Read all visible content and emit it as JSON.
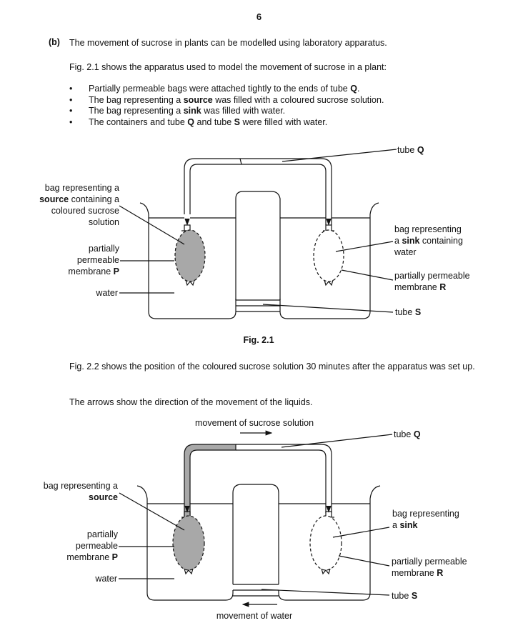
{
  "page_number": "6",
  "part_label": "(b)",
  "intro": "The movement of sucrose in plants can be modelled using laboratory apparatus.",
  "fig1_intro": "Fig. 2.1 shows the apparatus used to model the movement of sucrose in a plant:",
  "bullets": [
    {
      "pre": "Partially permeable bags were attached tightly to the ends of tube ",
      "bold": "Q",
      "post": "."
    },
    {
      "pre": "The bag representing a ",
      "bold": "source",
      "post": " was filled with a coloured sucrose solution."
    },
    {
      "pre": "The bag representing a ",
      "bold": "sink",
      "post": " was filled with water."
    },
    {
      "pre": "The containers and tube ",
      "bold": "Q",
      "post": " and tube ",
      "bold2": "S",
      "post2": " were filled with water."
    }
  ],
  "bullet_symbol": "•",
  "fig1": {
    "caption": "Fig. 2.1",
    "tube_q": {
      "pre": "tube ",
      "bold": "Q"
    },
    "tube_s": {
      "pre": "tube ",
      "bold": "S"
    },
    "source_label": {
      "line1": "bag representing a",
      "line2_bold": "source",
      "line2_rest": " containing a",
      "line3": "coloured sucrose",
      "line4": "solution"
    },
    "membrane_p": {
      "line1": "partially",
      "line2": "permeable",
      "line3_pre": "membrane ",
      "line3_bold": "P"
    },
    "water": "water",
    "sink_label": {
      "line1": "bag representing",
      "line2_pre": "a ",
      "line2_bold": "sink",
      "line2_rest": " containing",
      "line3": "water"
    },
    "membrane_r": {
      "line1": "partially permeable",
      "line2_pre": "membrane ",
      "line2_bold": "R"
    }
  },
  "fig2_intro": "Fig. 2.2 shows the position of the coloured sucrose solution 30 minutes after the apparatus was set up.",
  "arrows_text": "The arrows show the direction of the movement of the liquids.",
  "fig2": {
    "movement_sucrose": "movement of sucrose solution",
    "movement_water": "movement of water",
    "tube_q": {
      "pre": "tube ",
      "bold": "Q"
    },
    "tube_s": {
      "pre": "tube ",
      "bold": "S"
    },
    "source_label": {
      "line1": "bag representing a",
      "line2_bold": "source"
    },
    "membrane_p": {
      "line1": "partially",
      "line2": "permeable",
      "line3_pre": "membrane ",
      "line3_bold": "P"
    },
    "water": "water",
    "sink_label": {
      "line1": "bag representing",
      "line2_pre": "a ",
      "line2_bold": "sink"
    },
    "membrane_r": {
      "line1": "partially permeable",
      "line2_pre": "membrane ",
      "line2_bold": "R"
    }
  },
  "colors": {
    "ink": "#111111",
    "fill_solution": "#a8a8a8"
  }
}
